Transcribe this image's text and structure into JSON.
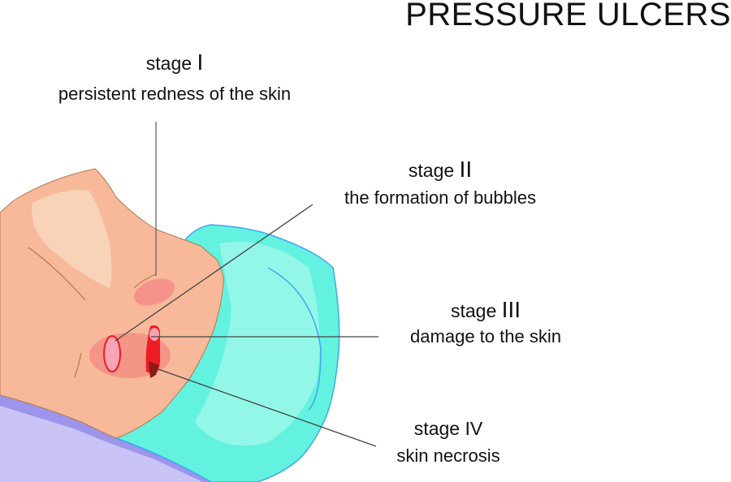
{
  "title": "PRESSURE ULCERS",
  "stages": [
    {
      "word": "stage",
      "numeral": "I",
      "description": "persistent redness of the skin"
    },
    {
      "word": "stage",
      "numeral": "II",
      "description": "the formation of bubbles"
    },
    {
      "word": "stage",
      "numeral": "III",
      "description": "damage to the skin"
    },
    {
      "word": "stage",
      "numeral": "IV",
      "description": "skin necrosis"
    }
  ],
  "colors": {
    "skin": "#f7b99a",
    "skin_light": "#f9d3b8",
    "pillow": "#7ff3e0",
    "pillow_edge": "#3fa7f0",
    "sheet": "#c5c0f4",
    "sheet_dark": "#9d95ec",
    "redness": "#f48a86",
    "wound": "#ee1c24"
  }
}
